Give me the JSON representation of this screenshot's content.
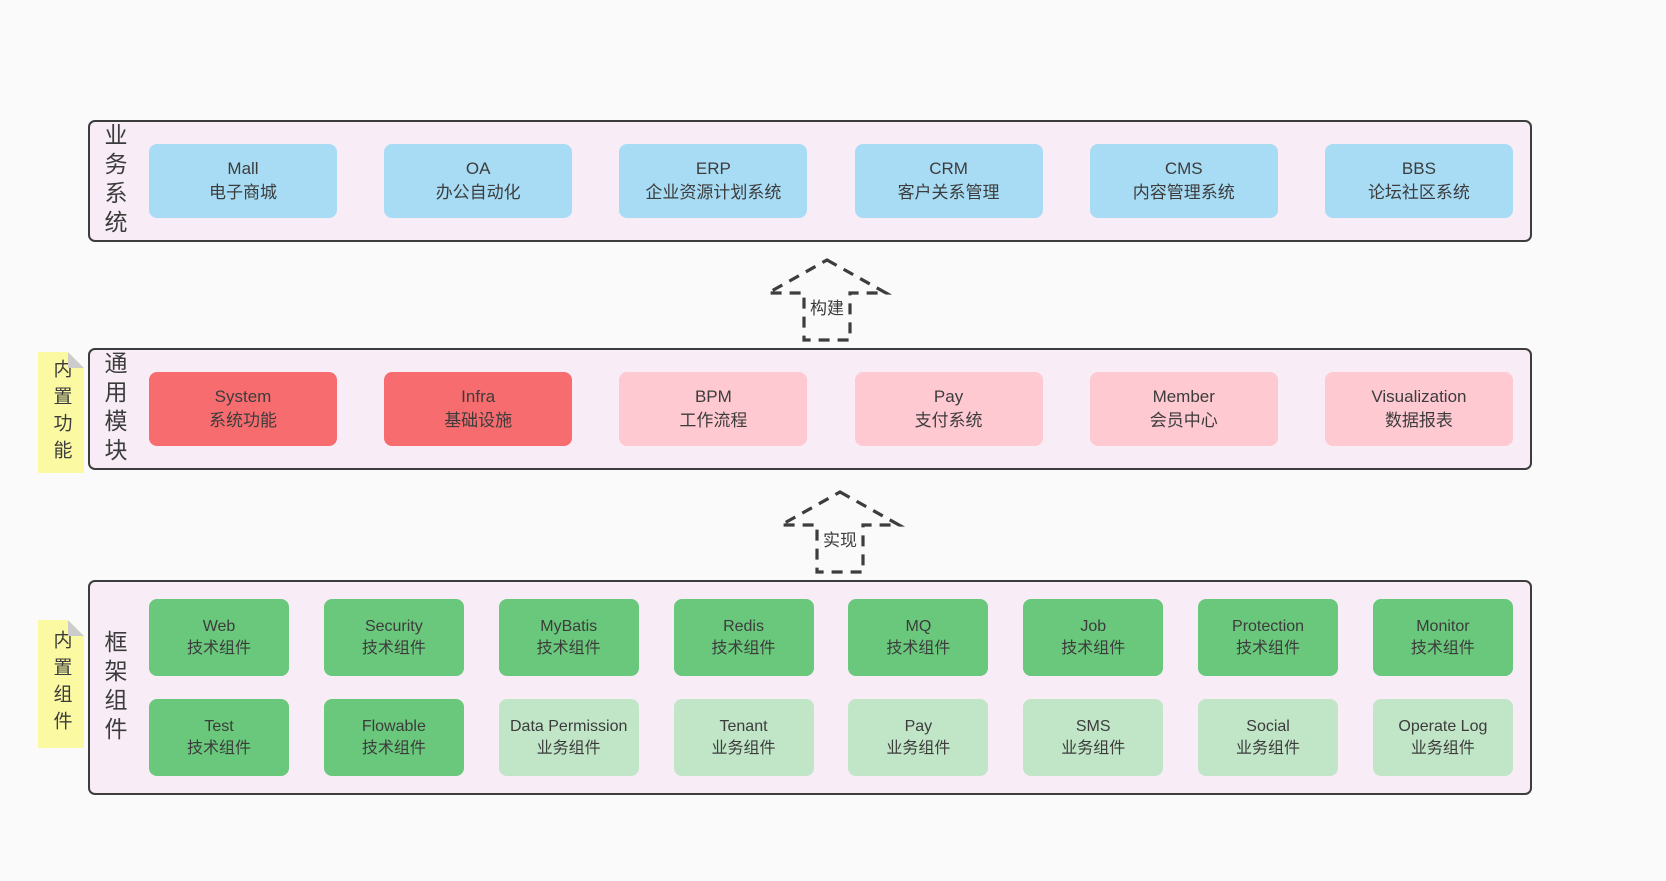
{
  "colors": {
    "page_background": "#fafafa",
    "container_background": "#f8edf6",
    "container_border": "#3d3d3d",
    "blue_box": "#a8dcf5",
    "red_box": "#f76c6e",
    "pink_box": "#fec9d1",
    "green_box": "#69c87b",
    "light_green_box": "#c1e5c7",
    "yellow_note": "#fcf9a3",
    "note_fold": "#cccccc",
    "text": "#3c3c3c"
  },
  "layers": {
    "business": {
      "label": "业务系统",
      "items": [
        {
          "title": "Mall",
          "subtitle": "电子商城"
        },
        {
          "title": "OA",
          "subtitle": "办公自动化"
        },
        {
          "title": "ERP",
          "subtitle": "企业资源计划系统"
        },
        {
          "title": "CRM",
          "subtitle": "客户关系管理"
        },
        {
          "title": "CMS",
          "subtitle": "内容管理系统"
        },
        {
          "title": "BBS",
          "subtitle": "论坛社区系统"
        }
      ]
    },
    "modules": {
      "label": "通用模块",
      "note": "内置功能",
      "items": [
        {
          "title": "System",
          "subtitle": "系统功能"
        },
        {
          "title": "Infra",
          "subtitle": "基础设施"
        },
        {
          "title": "BPM",
          "subtitle": "工作流程"
        },
        {
          "title": "Pay",
          "subtitle": "支付系统"
        },
        {
          "title": "Member",
          "subtitle": "会员中心"
        },
        {
          "title": "Visualization",
          "subtitle": "数据报表"
        }
      ]
    },
    "components": {
      "label": "框架组件",
      "note": "内置组件",
      "row1": [
        {
          "title": "Web",
          "subtitle": "技术组件"
        },
        {
          "title": "Security",
          "subtitle": "技术组件"
        },
        {
          "title": "MyBatis",
          "subtitle": "技术组件"
        },
        {
          "title": "Redis",
          "subtitle": "技术组件"
        },
        {
          "title": "MQ",
          "subtitle": "技术组件"
        },
        {
          "title": "Job",
          "subtitle": "技术组件"
        },
        {
          "title": "Protection",
          "subtitle": "技术组件"
        },
        {
          "title": "Monitor",
          "subtitle": "技术组件"
        }
      ],
      "row2": [
        {
          "title": "Test",
          "subtitle": "技术组件"
        },
        {
          "title": "Flowable",
          "subtitle": "技术组件"
        },
        {
          "title": "Data Permission",
          "subtitle": "业务组件"
        },
        {
          "title": "Tenant",
          "subtitle": "业务组件"
        },
        {
          "title": "Pay",
          "subtitle": "业务组件"
        },
        {
          "title": "SMS",
          "subtitle": "业务组件"
        },
        {
          "title": "Social",
          "subtitle": "业务组件"
        },
        {
          "title": "Operate Log",
          "subtitle": "业务组件"
        }
      ]
    }
  },
  "arrows": {
    "build": {
      "label": "构建"
    },
    "implement": {
      "label": "实现"
    }
  }
}
